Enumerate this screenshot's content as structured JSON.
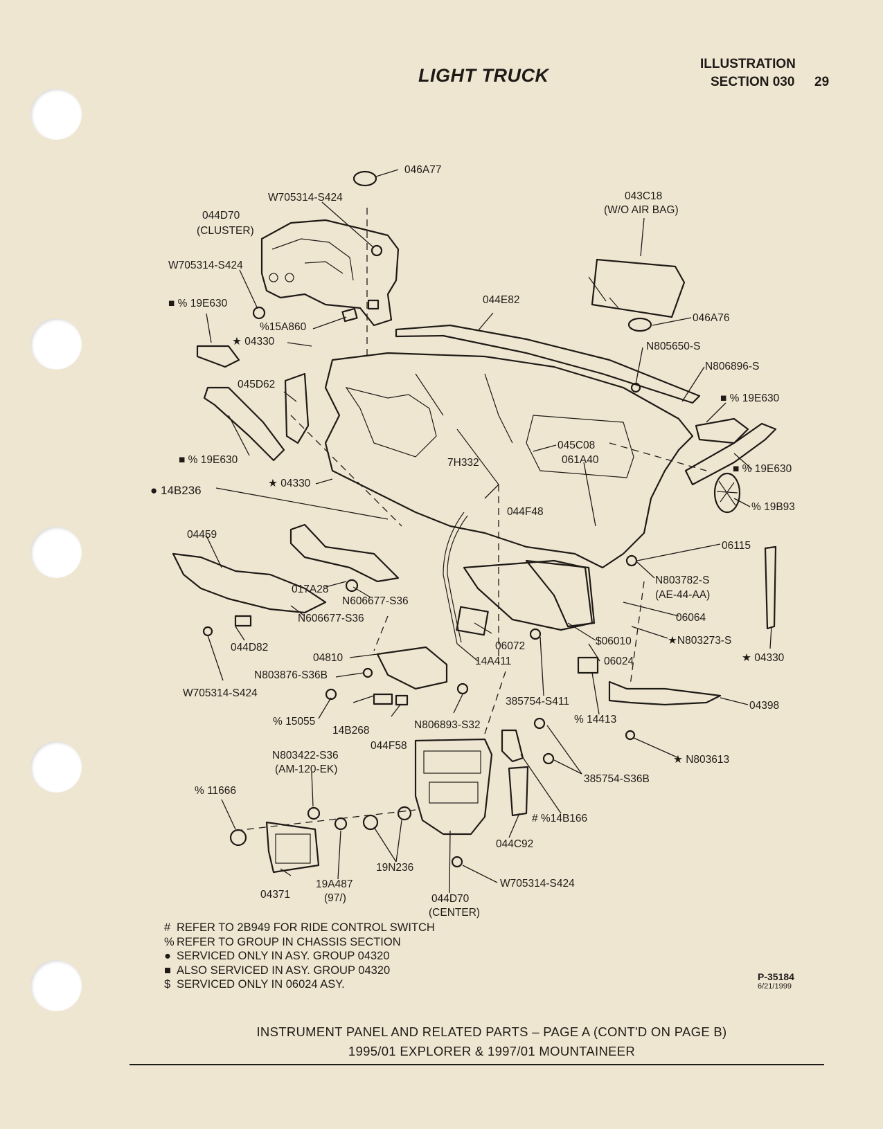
{
  "header": {
    "title": "LIGHT TRUCK",
    "illustration": "ILLUSTRATION",
    "section": "SECTION 030",
    "page": "29"
  },
  "parts": {
    "p046A77": "046A77",
    "pW705314_top": "W705314-S424",
    "p044D70_cluster": "044D70",
    "p044D70_cluster_note": "(CLUSTER)",
    "pW705314_left": "W705314-S424",
    "p19E630_a": "■ % 19E630",
    "p15A860": "%15A860",
    "p04330_a": "★ 04330",
    "p045D62": "045D62",
    "p19E630_b": "■ % 19E630",
    "p04330_b": "★ 04330",
    "p14B236": "● 14B236",
    "p043C18": "043C18",
    "p043C18_note": "(W/O AIR BAG)",
    "p044E82": "044E82",
    "p046A76": "046A76",
    "pN805650": "N805650-S",
    "pN806896": "N806896-S",
    "p19E630_c": "■ % 19E630",
    "p19E630_d": "■ % 19E630",
    "p19B93": "% 19B93",
    "p045C08": "045C08",
    "p061A40": "061A40",
    "p7H332": "7H332",
    "p044F48": "044F48",
    "p06115": "06115",
    "pN803782": "N803782-S",
    "pN803782_note": "(AE-44-AA)",
    "p06064": "06064",
    "pN803273": "★N803273-S",
    "p04330_c": "★ 04330",
    "p04459": "04459",
    "p017A28": "017A28",
    "pN606677_a": "N606677-S36",
    "pN606677_b": "N606677-S36",
    "p044D82": "044D82",
    "pW705314_mid": "W705314-S424",
    "p06072": "06072",
    "p06010": "$06010",
    "p06024": "06024",
    "p14A411": "14A411",
    "p04810": "04810",
    "pN803876": "N803876-S36B",
    "p15055": "% 15055",
    "p14B268": "14B268",
    "p044F58": "044F58",
    "pN806893": "N806893-S32",
    "p385754_S411": "385754-S411",
    "p14413": "% 14413",
    "p04398": "04398",
    "pN803613": "★ N803613",
    "pN803422": "N803422-S36",
    "pN803422_note": "(AM-120-EK)",
    "p11666": "% 11666",
    "p385754_S36B": "385754-S36B",
    "p14B166": "# %14B166",
    "p044C92": "044C92",
    "p19N236": "19N236",
    "p04371": "04371",
    "p19A487": "19A487",
    "p19A487_note": "(97/)",
    "pW705314_bottom": "W705314-S424",
    "p044D70_center": "044D70",
    "p044D70_center_note": "(CENTER)"
  },
  "legend": [
    {
      "symbol": "#",
      "text": "REFER TO 2B949 FOR RIDE CONTROL SWITCH"
    },
    {
      "symbol": "%",
      "text": "REFER TO GROUP IN CHASSIS SECTION"
    },
    {
      "symbol": "●",
      "text": "SERVICED ONLY IN ASY. GROUP 04320"
    },
    {
      "symbol": "■",
      "text": "ALSO SERVICED IN ASY. GROUP 04320"
    },
    {
      "symbol": "$",
      "text": "SERVICED ONLY IN 06024 ASY."
    }
  ],
  "footer": {
    "figure_number": "P-35184",
    "figure_date": "6/21/1999",
    "caption_line1": "INSTRUMENT PANEL AND RELATED PARTS – PAGE A (CONT'D ON PAGE B)",
    "caption_line2": "1995/01 EXPLORER & 1997/01 MOUNTAINEER"
  },
  "colors": {
    "paper": "#efe6d2",
    "ink": "#1e1a16",
    "hole": "#ffffff"
  }
}
